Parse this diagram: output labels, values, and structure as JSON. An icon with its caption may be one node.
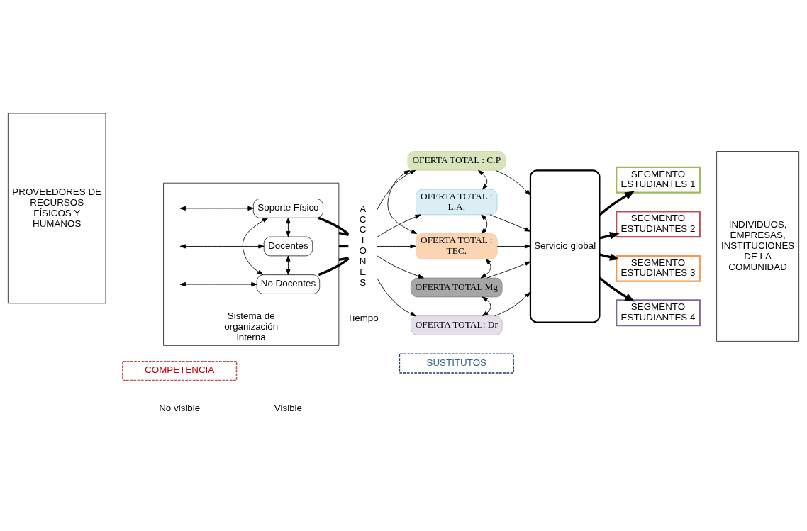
{
  "diagram": {
    "nodes": [
      {
        "text": [
          "PROVEEDORES DE RECURSOS FÍSICOS Y HUMANOS"
        ]
      },
      {
        "text": [
          "Sistema de organización interna"
        ]
      },
      {
        "text": [
          "Soporte Físico"
        ],
        "in": 1
      },
      {
        "text": [
          "Docentes"
        ],
        "in": 1
      },
      {
        "text": [
          "No Docentes"
        ],
        "in": 1
      },
      {
        "text": [
          "ACCIONES"
        ]
      },
      {
        "text": [
          "OFERTA TOTAL : C.P"
        ]
      },
      {
        "text": [
          "OFERTA TOTAL : L.A."
        ]
      },
      {
        "text": [
          "OFERTA TOTAL : TEC."
        ]
      },
      {
        "text": [
          "OFERTA TOTAL Mg"
        ]
      },
      {
        "text": [
          "OFERTA TOTAL: Dr"
        ]
      },
      {
        "text": [
          "Servicio global"
        ]
      },
      {
        "text": [
          "SEGMENTO ESTUDIANTES 1"
        ]
      },
      {
        "text": [
          "SEGMENTO ESTUDIANTES 2"
        ]
      },
      {
        "text": [
          "SEGMENTO ESTUDIANTES 3"
        ]
      },
      {
        "text": [
          "SEGMENTO ESTUDIANTES 4"
        ]
      },
      {
        "text": [
          "INDIVIDUOS, EMPRESAS, INSTITUCIONES DE LA COMUNIDAD"
        ]
      },
      {
        "text": [
          "COMPETENCIA"
        ]
      },
      {
        "text": [
          "SUSTITUTOS"
        ]
      }
    ],
    "edges": [
      {
        "from": null,
        "to": 2,
        "arrow": "both"
      },
      {
        "from": null,
        "to": 3,
        "arrow": "both"
      },
      {
        "from": null,
        "to": 4,
        "arrow": "both"
      },
      {
        "from": 2,
        "to": 3,
        "arrow": "both"
      },
      {
        "from": 2,
        "to": 4,
        "arrow": "both"
      },
      {
        "from": 3,
        "to": 4,
        "arrow": "both"
      },
      {
        "from": 2,
        "to": 5,
        "arrow": "none",
        "style": "thick"
      },
      {
        "from": 1,
        "to": 5,
        "arrow": "none",
        "style": "thick"
      },
      {
        "from": 1,
        "to": 5,
        "arrow": "none",
        "style": "thick"
      },
      {
        "from": 1,
        "to": 5,
        "arrow": "none",
        "style": "thick"
      },
      {
        "from": 4,
        "to": 5,
        "arrow": "none",
        "style": "thick"
      },
      {
        "from": 5,
        "to": 6,
        "arrow": "to"
      },
      {
        "from": 5,
        "to": 7,
        "arrow": "to"
      },
      {
        "from": 5,
        "to": 8,
        "arrow": "to"
      },
      {
        "from": 5,
        "to": 9,
        "arrow": "to"
      },
      {
        "from": 5,
        "to": 10,
        "arrow": "to"
      },
      {
        "from": 6,
        "to": 7,
        "arrow": "both"
      },
      {
        "from": 7,
        "to": 8,
        "arrow": "both"
      },
      {
        "from": 8,
        "to": 9,
        "arrow": "both"
      },
      {
        "from": 9,
        "to": 10,
        "arrow": "both"
      },
      {
        "from": 6,
        "to": 8,
        "arrow": "both"
      },
      {
        "from": 6,
        "to": 11,
        "arrow": "to"
      },
      {
        "from": 7,
        "to": 11,
        "arrow": "to"
      },
      {
        "from": 8,
        "to": 11,
        "arrow": "to"
      },
      {
        "from": 9,
        "to": 11,
        "arrow": "to"
      },
      {
        "from": 10,
        "to": 11,
        "arrow": "to"
      },
      {
        "from": 11,
        "to": 12,
        "arrow": "to",
        "style": "thick"
      },
      {
        "from": 11,
        "to": 13,
        "arrow": "to",
        "style": "thick"
      },
      {
        "from": 11,
        "to": 14,
        "arrow": "to",
        "style": "thick"
      },
      {
        "from": 11,
        "to": 15,
        "arrow": "to",
        "style": "thick"
      }
    ],
    "labels": [
      "No visible",
      "Visible",
      "Tiempo"
    ]
  }
}
